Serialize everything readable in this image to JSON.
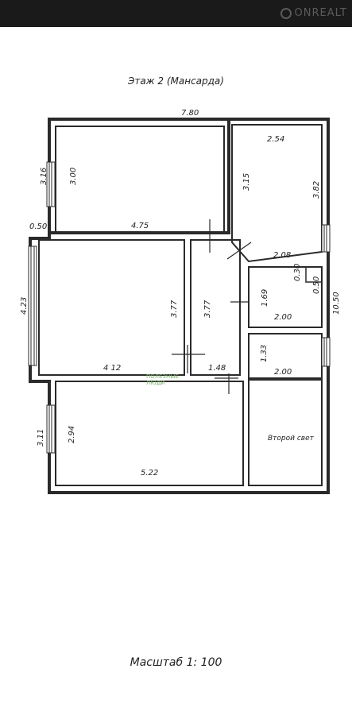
{
  "header": {
    "logo_text": "ONREALT",
    "logo_icon": "onrealt-logo-icon",
    "bg": "#1a1a1a"
  },
  "plan": {
    "title": "Этаж 2 (Мансарда)",
    "scale": "Масштаб 1: 100",
    "wall_color": "#2a2a2a",
    "dimensions": {
      "total_width": "7.80",
      "total_height": "10.50",
      "tl_window": "3.16",
      "tl_height": "3.00",
      "tl_width": "4.75",
      "tr_top": "2.54",
      "tr_left": "3.15",
      "tr_right": "3.82",
      "tr_bottom": "2.08",
      "step": "0.50",
      "left_window": "4.23",
      "left_room_h": "3.77",
      "hall_h": "3.77",
      "left_room_w": "4 12",
      "hall_w": "1.48",
      "bath_notch_v": "0.30",
      "bath_notch_h": "0.50",
      "bath_h": "1.69",
      "bath_w": "2.00",
      "wc_h": "1.33",
      "wc_w": "2.00",
      "bl_window": "3.11",
      "bl_height": "2.94",
      "bl_width": "5.22"
    },
    "second_light": "Второй свет"
  },
  "watermark": {
    "line1": "ПОЛЕЗНЫЕ",
    "line2": "ЛЮДИ"
  }
}
